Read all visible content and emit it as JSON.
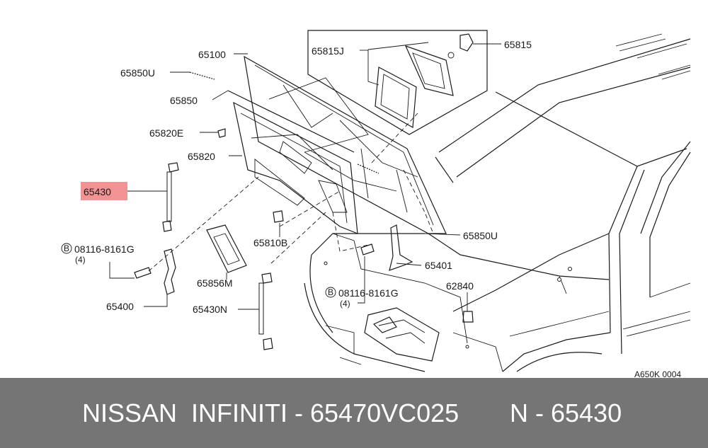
{
  "colors": {
    "footer_bg": "#757575",
    "footer_text": "#ffffff",
    "highlight": "#f08080",
    "line": "#1a1a1a"
  },
  "labels": {
    "p65100": "65100",
    "p65850u_top": "65850U",
    "p65850": "65850",
    "p65820e": "65820E",
    "p65820": "65820",
    "p65430": "65430",
    "p65815j": "65815J",
    "p65815": "65815",
    "p65810b": "65810B",
    "p65850u_right": "65850U",
    "bolt_ref_left": "08116-8161G",
    "bolt_qty_left": "(4)",
    "p65401": "65401",
    "p65856m": "65856M",
    "p62840": "62840",
    "p65400": "65400",
    "p65430n": "65430N",
    "bolt_ref_center": "08116-8161G",
    "bolt_qty_center": "(4)",
    "bolt_marker": "B",
    "diagram_code": "A650K 0004"
  },
  "highlighted_part": "65430",
  "footer": {
    "brand": "NISSAN  INFINITI - 65470VC025",
    "part_ref": "N - 65430"
  }
}
